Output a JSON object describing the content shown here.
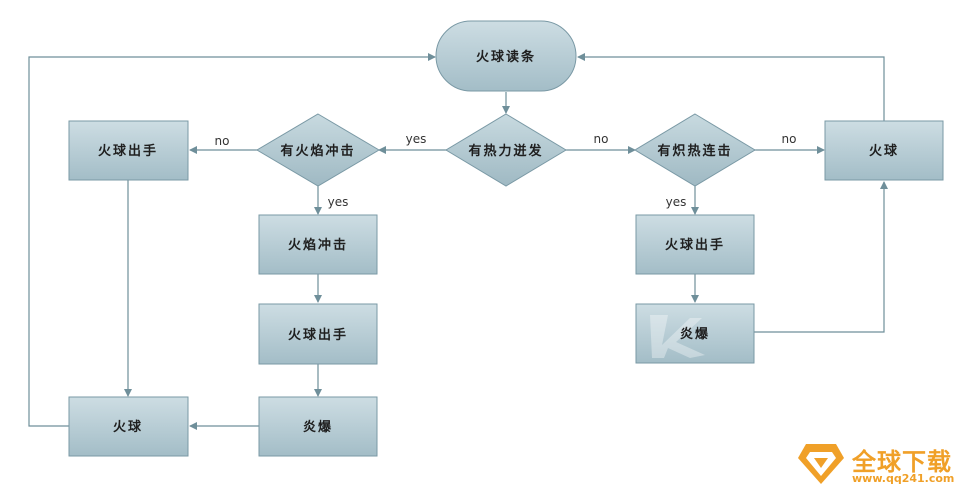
{
  "nodes": {
    "start": "火球读条",
    "decision_center": "有热力迸发",
    "decision_left": "有火焰冲击",
    "decision_right": "有炽热连击",
    "left_fireball_out": "火球出手",
    "flame_impact": "火焰冲击",
    "mid_fireball_out": "火球出手",
    "mid_blast": "炎爆",
    "bottom_fireball": "火球",
    "right_fireball": "火球",
    "right_fireball_out": "火球出手",
    "right_blast": "炎爆"
  },
  "edge_labels": {
    "center_to_left": "yes",
    "left_to_leftbox": "no",
    "left_down": "yes",
    "center_to_right": "no",
    "right_down": "yes",
    "right_to_rightbox": "no"
  },
  "watermark": {
    "title": "全球下载",
    "url": "www.qq241.com"
  },
  "colors": {
    "box_fill_top": "#c9dbe1",
    "box_fill_bottom": "#9fbac4",
    "box_stroke": "#7a99a5",
    "line": "#6f8f9a",
    "watermark": "#f0a028"
  }
}
